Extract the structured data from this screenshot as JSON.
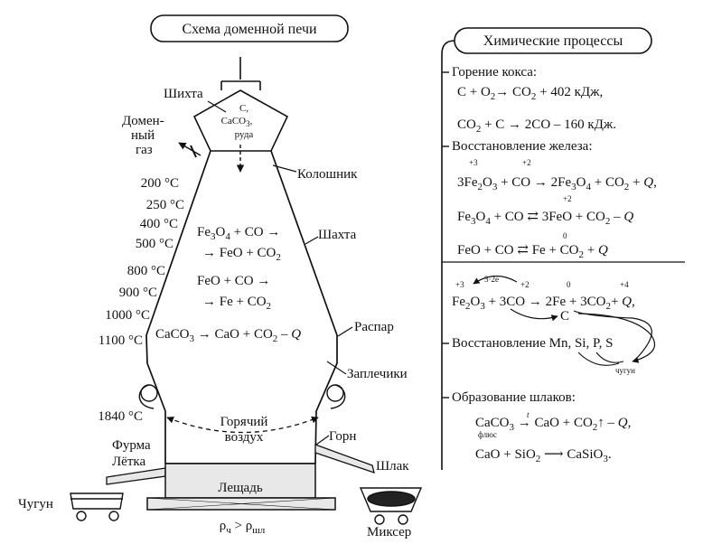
{
  "title": "Схема доменной печи",
  "furnace": {
    "charge": "Шихта",
    "charge_contents": [
      "C,",
      "CaCO",
      "3",
      ",",
      "руда"
    ],
    "top_gas": [
      "Домен-",
      "ный",
      "газ"
    ],
    "throat": "Колошник",
    "shaft": "Шахта",
    "belly": "Распар",
    "bosh": "Заплечики",
    "hearth": "Горн",
    "tuyere": "Фурма",
    "taphole": "Лётка",
    "hearth_bottom": "Лещадь",
    "hot_air": [
      "Горячий",
      "воздух"
    ],
    "pig_iron": "Чугун",
    "slag": "Шлак",
    "mixer": "Миксер",
    "density": {
      "rho": "ρ",
      "iron_sub": "ч",
      "op": ">",
      "slag_sub": "шл"
    },
    "temperatures": [
      "200 °С",
      "250 °С",
      "400 °С",
      "500 °С",
      "800 °С",
      "900 °С",
      "1000 °С",
      "1100 °С",
      "1840 °С"
    ],
    "inner_reactions": {
      "r1": {
        "a": "Fe",
        "a3": "3",
        "a4": "O",
        "a5": "4",
        "b": " + CO →"
      },
      "r1b": {
        "a": "→ FeO + CO",
        "b": "2"
      },
      "r2": "FeO + CO →",
      "r2b": {
        "a": "→ Fe + CO",
        "b": "2"
      },
      "r3": {
        "a": "CaCO",
        "b": "3",
        "c": " → CaO + CO",
        "d": "2",
        "e": " – ",
        "f": "Q"
      }
    }
  },
  "processes": {
    "title": "Химические процессы",
    "coke_heading": "Горение кокса:",
    "coke_r1": {
      "a": "C + O",
      "b": "2",
      "c": "→ CO",
      "d": "2",
      "e": " + 402 кДж,"
    },
    "coke_r2": {
      "a": "CO",
      "b": "2",
      "c": " + C → 2CO – 160 кДж."
    },
    "iron_heading": "Восстановление железа:",
    "iron_r1": {
      "ox1": "+3",
      "ox2": "+2",
      "a": "3Fe",
      "b": "2",
      "c": "O",
      "d": "3",
      "e": " + CO → 2Fe",
      "f": "3",
      "g": "O",
      "h": "4",
      "i": " + CO",
      "j": "2",
      "k": " + ",
      "l": "Q",
      "m": ","
    },
    "iron_r2": {
      "ox": "+2",
      "a": "Fe",
      "b": "3",
      "c": "O",
      "d": "4",
      "e": " + CO ⇄ 3FeO + CO",
      "f": "2",
      "g": " – ",
      "h": "Q"
    },
    "iron_r3": {
      "ox": "0",
      "a": "FeO + CO ⇄ Fe + CO",
      "b": "2",
      "c": " + ",
      "d": "Q"
    },
    "summary": {
      "ox1": "+3",
      "e": "3·2e",
      "ox2": "+2",
      "ox3": "0",
      "ox4": "+4",
      "a": "Fe",
      "b": "2",
      "c": "O",
      "d": "3",
      "f": " + 3CO → 2Fe + 3CO",
      "g": "2",
      "h": "+ ",
      "i": "Q",
      "j": ",",
      "carbon": "C"
    },
    "mn_heading": "Восстановление Mn, Si, P, S",
    "mn_note": "чугун",
    "slag_heading": "Образование шлаков:",
    "slag_r1": {
      "a": "CaCO",
      "b": "3",
      "flux": "флюс",
      "t": "t",
      "c": "CaO + CO",
      "d": "2",
      "e": "↑ – ",
      "f": "Q",
      "g": ","
    },
    "slag_r2": {
      "a": "CaO + SiO",
      "b": "2",
      "c": "CaSiO",
      "d": "3",
      "e": "."
    }
  },
  "colors": {
    "ink": "#111111",
    "fill": "#e8e8e8",
    "slag_fill": "#222222"
  }
}
